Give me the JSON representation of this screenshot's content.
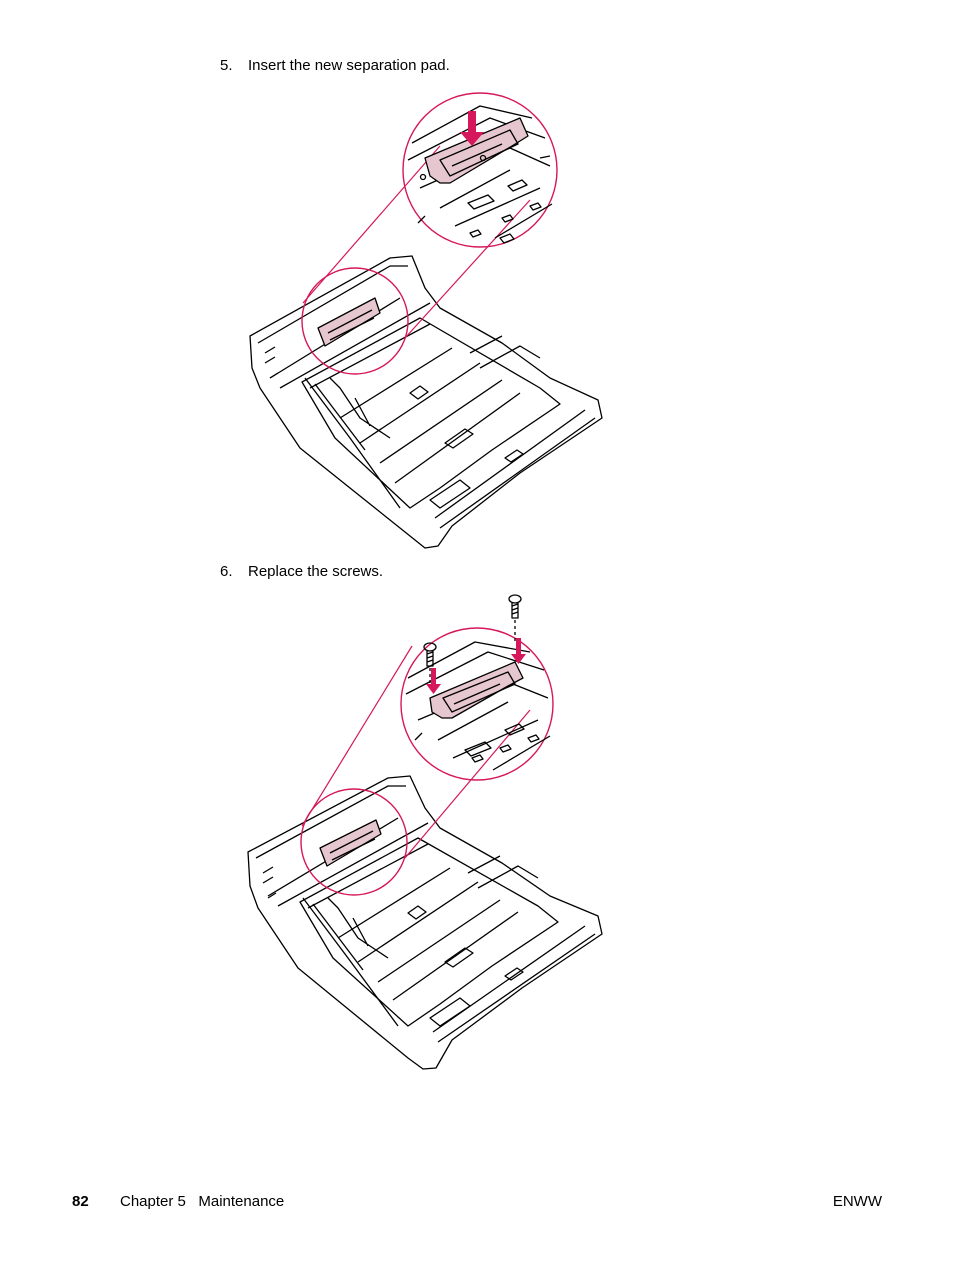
{
  "steps": [
    {
      "number": "5.",
      "text": "Insert the new separation pad."
    },
    {
      "number": "6.",
      "text": "Replace the screws."
    }
  ],
  "figures": [
    {
      "name": "tray-insert-separation-pad",
      "accent_color": "#d6175b",
      "pad_color": "#e6c6cf"
    },
    {
      "name": "tray-replace-screws",
      "accent_color": "#d6175b",
      "pad_color": "#e6c6cf"
    }
  ],
  "footer": {
    "page_number": "82",
    "chapter": "Chapter 5   Maintenance",
    "right_label": "ENWW"
  }
}
